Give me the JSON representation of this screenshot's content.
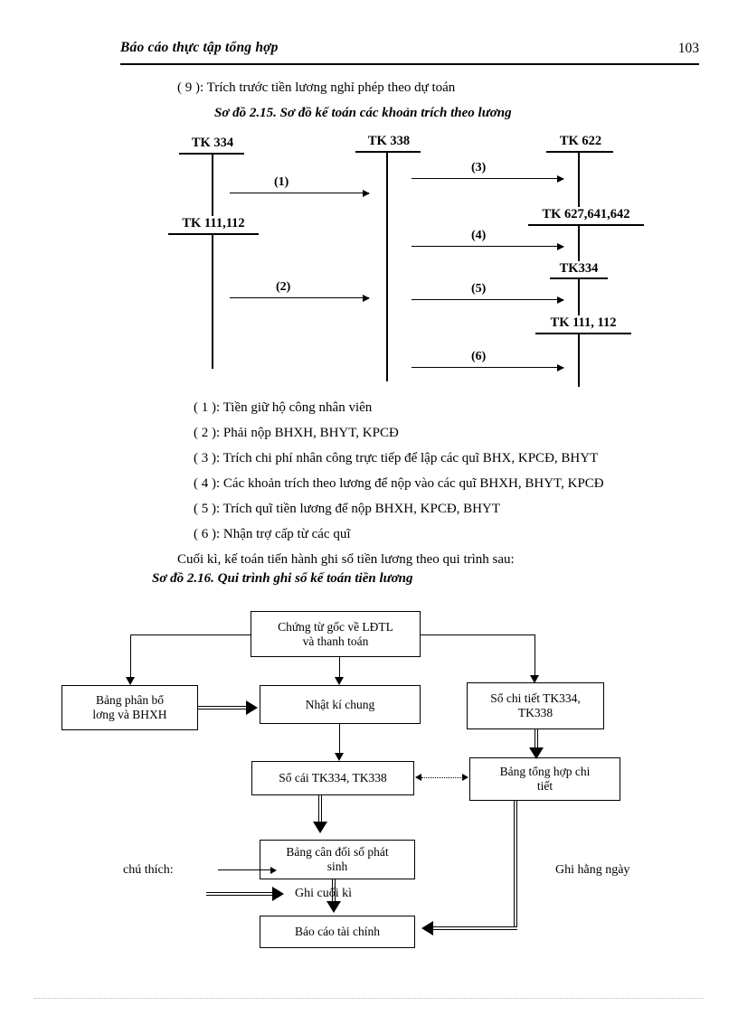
{
  "header": {
    "title": "Báo cáo thực tập tổng hợp",
    "page_number": "103"
  },
  "intro": {
    "line9": "( 9 ): Trích trước tiền lương nghỉ phép theo dự toán",
    "figure_title_215": "Sơ đồ 2.15. Sơ đồ kế toán các khoản trích theo lương"
  },
  "t_diagram": {
    "accounts": {
      "left_top": "TK 334",
      "left_bottom": "TK 111,112",
      "middle": "TK 338",
      "right_1": "TK 622",
      "right_2": "TK 627,641,642",
      "right_3": "TK334",
      "right_4": "TK 111, 112"
    },
    "flows": {
      "f1": "(1)",
      "f2": "(2)",
      "f3": "(3)",
      "f4": "(4)",
      "f5": "(5)",
      "f6": "(6)"
    }
  },
  "legend_items": [
    "( 1 ): Tiền giữ hộ công nhân viên",
    " ( 2 ): Phải nộp BHXH,  BHYT,  KPCĐ",
    "( 3 ): Trích chi phí nhân  công trực tiếp để lập các quĩ BHX,  KPCĐ,  BHYT",
    "( 4 ): Các khoản trích theo lương để nộp vào các quĩ BHXH,  BHYT,  KPCĐ",
    "( 5 ): Trích quĩ tiền lương để nộp BHXH, KPCĐ, BHYT",
    "( 6 ): Nhận trợ cấp từ các quĩ"
  ],
  "closing": {
    "sentence": "Cuối kì, kế toán tiến hành  ghi sổ tiền lương theo qui trình sau:",
    "figure_title_216": "Sơ đồ 2.16. Qui trình ghi sổ kế toán tiền lương"
  },
  "flowchart": {
    "nodes": {
      "source_docs": "Chứng từ gốc về LĐTL\nvà thanh toán",
      "allocation_table": "Bảng phân bổ\nlơng   và BHXH",
      "general_journal": "Nhật kí chung",
      "detail_ledger": "Sổ chi tiết TK334,\nTK338",
      "general_ledger": "Sổ cái TK334, TK338",
      "summary_table": "Bảng tổng hợp chi\ntiết",
      "trial_balance": "Bảng cân đối số phát\nsinh",
      "financial_report": "Báo cáo tài chính"
    },
    "labels": {
      "note": "chú   thích:",
      "daily": "Ghi   hằng   ngày",
      "period_end": "Ghi cuối kì"
    }
  }
}
